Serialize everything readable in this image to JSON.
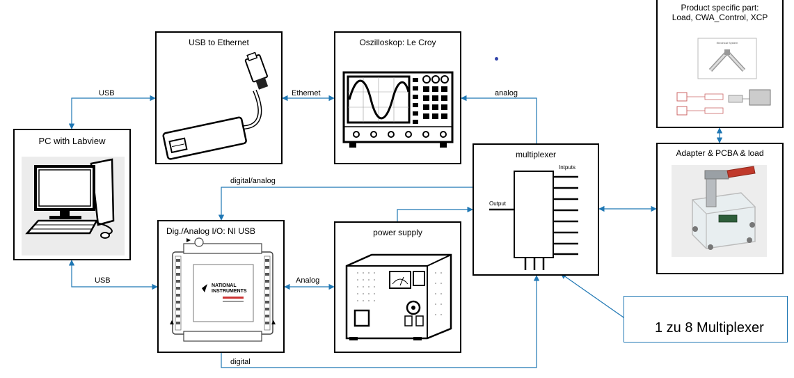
{
  "boxes": {
    "usb_ethernet": "USB to Ethernet",
    "oscilloscope": "Oszilloskop: Le Croy",
    "pc": "PC with Labview",
    "io": "Dig./Analog I/O: NI USB",
    "power": "power supply",
    "multiplexer": "multiplexer",
    "mux_inputs": "Intputs",
    "mux_output": "Output",
    "adapter": "Adapter & PCBA & load",
    "product_line1": "Product specific part:",
    "product_line2": "Load, CWA_Control, XCP"
  },
  "connections": {
    "usb_top": "USB",
    "ethernet": "Ethernet",
    "analog_top": "analog",
    "digital_analog": "digital/analog",
    "usb_bottom": "USB",
    "analog_bottom": "Analog",
    "digital": "digital"
  },
  "device_labels": {
    "ni_brand_1": "NATIONAL",
    "ni_brand_2": "INSTRUMENTS",
    "electrical_system": "Electrical System"
  },
  "callout": "1 zu 8 Multiplexer",
  "colors": {
    "line": "#1f77b4",
    "border": "#000000"
  }
}
